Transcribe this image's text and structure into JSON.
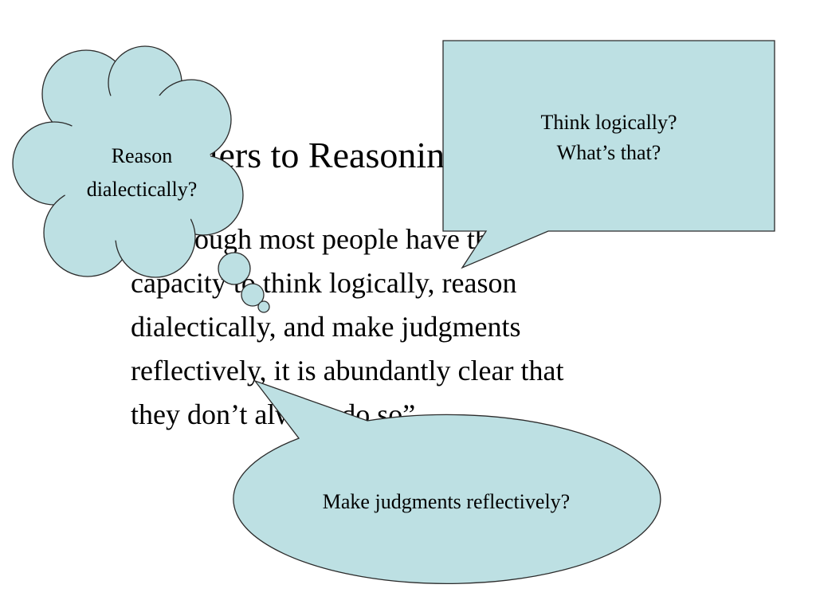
{
  "slide": {
    "title": "Barriers to Reasoning",
    "body_lines": [
      "“Although most people have the",
      "capacity to think logically, reason",
      "dialectically, and make judgments",
      "reflectively, it is abundantly clear that",
      "they don’t always do so”"
    ]
  },
  "callouts": {
    "rect_lines": [
      "Think logically?",
      "What’s that?"
    ],
    "thought_lines": [
      "Reason",
      "dialectically?"
    ],
    "oval_text": "Make judgments reflectively?"
  },
  "colors": {
    "callout_fill": "#bde0e3",
    "outline": "#2b2b2b",
    "background": "#ffffff"
  }
}
